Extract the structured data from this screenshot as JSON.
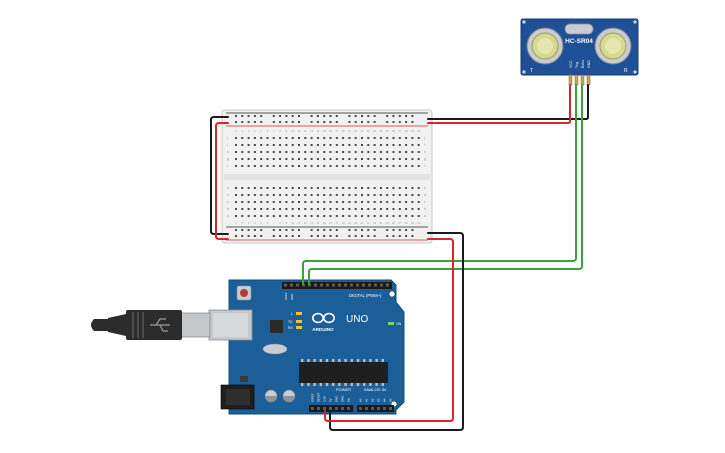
{
  "sensor": {
    "model": "HC-SR04",
    "transmit_mark": "T",
    "receive_mark": "R",
    "pins": [
      "VCC",
      "Trig",
      "Echo",
      "GND"
    ]
  },
  "arduino": {
    "brand": "ARDUINO",
    "model": "UNO",
    "digital_label": "DIGITAL (PWM~)",
    "power_label": "POWER",
    "analog_label": "ANALOG IN",
    "on_label": "ON",
    "tx_label": "TX",
    "rx_label": "RX",
    "l_label": "L",
    "aref_label": "AREF",
    "gnd_label": "GND",
    "power_pins": [
      "IOREF",
      "RESET",
      "3.3V",
      "5V",
      "GND",
      "GND",
      "Vin"
    ],
    "analog_pins": [
      "A0",
      "A1",
      "A2",
      "A3",
      "A4",
      "A5"
    ]
  },
  "breadboard": {
    "columns": 30,
    "row_letters_top": [
      "j",
      "i",
      "h",
      "g",
      "f"
    ],
    "row_letters_bottom": [
      "e",
      "d",
      "c",
      "b",
      "a"
    ]
  },
  "colors": {
    "wire_red": "#d9262c",
    "wire_black": "#1b1b1b",
    "wire_green": "#3aa23a",
    "board_blue": "#1c5f98",
    "sensor_blue": "#1f4f96"
  }
}
